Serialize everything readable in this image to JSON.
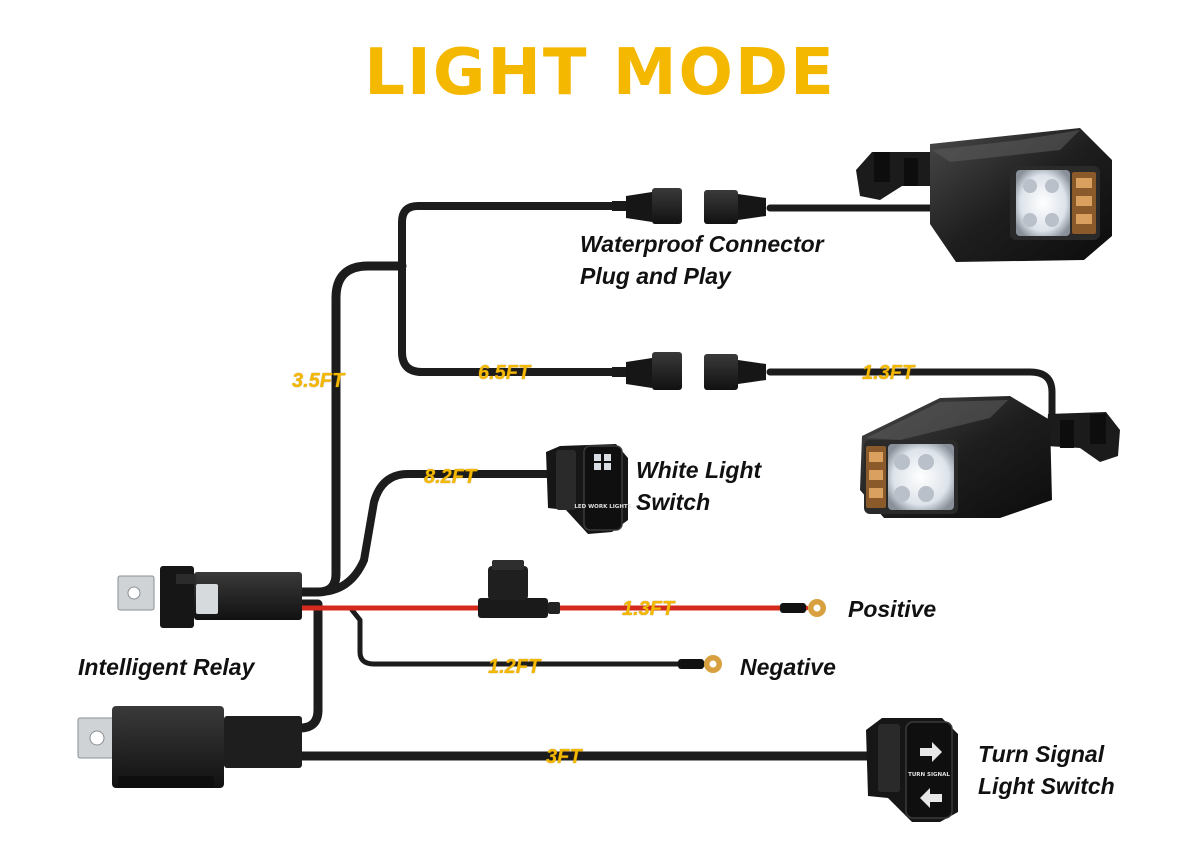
{
  "title": "LIGHT MODE",
  "labels": {
    "waterproof_connector": [
      "Waterproof Connector",
      "Plug and Play"
    ],
    "white_switch": [
      "White Light",
      "Switch"
    ],
    "positive": "Positive",
    "negative": "Negative",
    "relay": "Intelligent Relay",
    "turn_switch": [
      "Turn Signal",
      "Light Switch"
    ]
  },
  "lengths": {
    "main_branch": "3.5FT",
    "lower_connector": "6.5FT",
    "right_lamp_lead": "1.3FT",
    "white_switch_lead": "8.2FT",
    "positive_lead": "1.3FT",
    "negative_lead": "1.2FT",
    "turn_switch_lead": "3FT"
  },
  "switch_text": {
    "white": "LED WORK LIGHTS",
    "turn": "TURN SIGNAL"
  },
  "colors": {
    "title": "#f5b800",
    "length_label": "#f5b800",
    "wire": "#1c1c1c",
    "positive_wire": "#d42a1c",
    "terminal": "#d9a040"
  }
}
